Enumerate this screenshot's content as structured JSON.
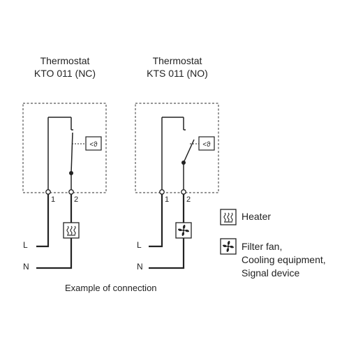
{
  "thermostats": [
    {
      "title": "Thermostat",
      "model": "KTO 011 (NC)",
      "terminal_1": "1",
      "terminal_2": "2"
    },
    {
      "title": "Thermostat",
      "model": "KTS 011 (NO)",
      "terminal_1": "1",
      "terminal_2": "2"
    }
  ],
  "lines": {
    "live": "L",
    "neutral": "N"
  },
  "sensor_symbol": "<ϑ",
  "legend": [
    {
      "icon": "heater-icon",
      "lines": [
        "Heater"
      ]
    },
    {
      "icon": "fan-icon",
      "lines": [
        "Filter fan,",
        "Cooling equipment,",
        "Signal device"
      ]
    }
  ],
  "caption": "Example of connection",
  "colors": {
    "wire": "#222222",
    "dashed_box": "#555555"
  }
}
